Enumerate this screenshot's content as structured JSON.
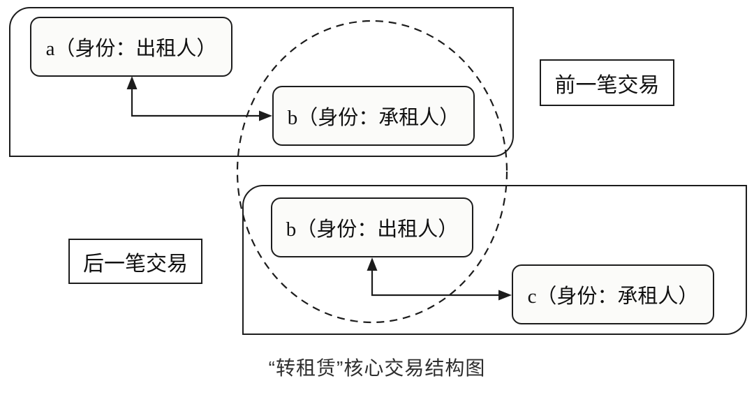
{
  "diagram": {
    "caption": "“转租赁”核心交易结构图",
    "groups": {
      "previous_label": "前一笔交易",
      "next_label": "后一笔交易"
    },
    "nodes": {
      "a": "a（身份：出租人）",
      "b_prev": "b（身份：承租人）",
      "b_next": "b（身份：出租人）",
      "c": "c（身份：承租人）"
    },
    "colors": {
      "stroke": "#1c1c1c",
      "node_fill": "#fbfbf9",
      "caption_color": "#2e2e2e"
    }
  }
}
